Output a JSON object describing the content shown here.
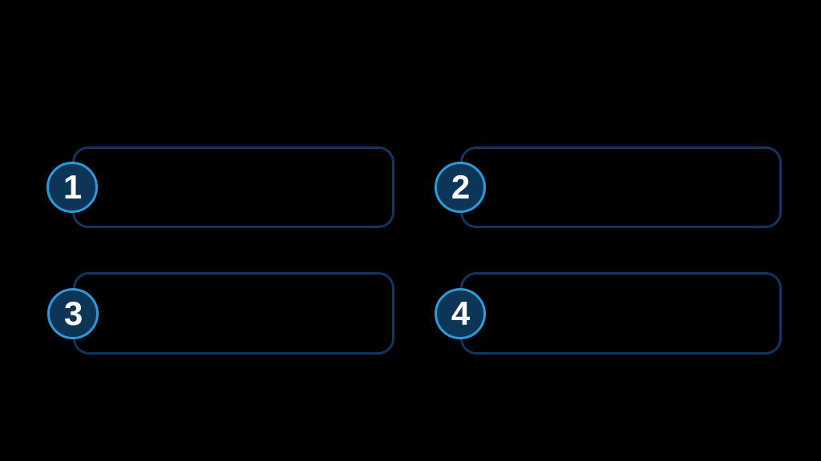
{
  "diagram": {
    "type": "numbered-steps-infographic",
    "layout": "2x2-grid",
    "steps": [
      {
        "number": "1",
        "content": ""
      },
      {
        "number": "2",
        "content": ""
      },
      {
        "number": "3",
        "content": ""
      },
      {
        "number": "4",
        "content": ""
      }
    ]
  },
  "colors": {
    "background": "#000000",
    "box_border": "#143560",
    "circle_fill": "#0d3557",
    "circle_ring": "#2e9bd8",
    "number_color": "#ffffff"
  }
}
